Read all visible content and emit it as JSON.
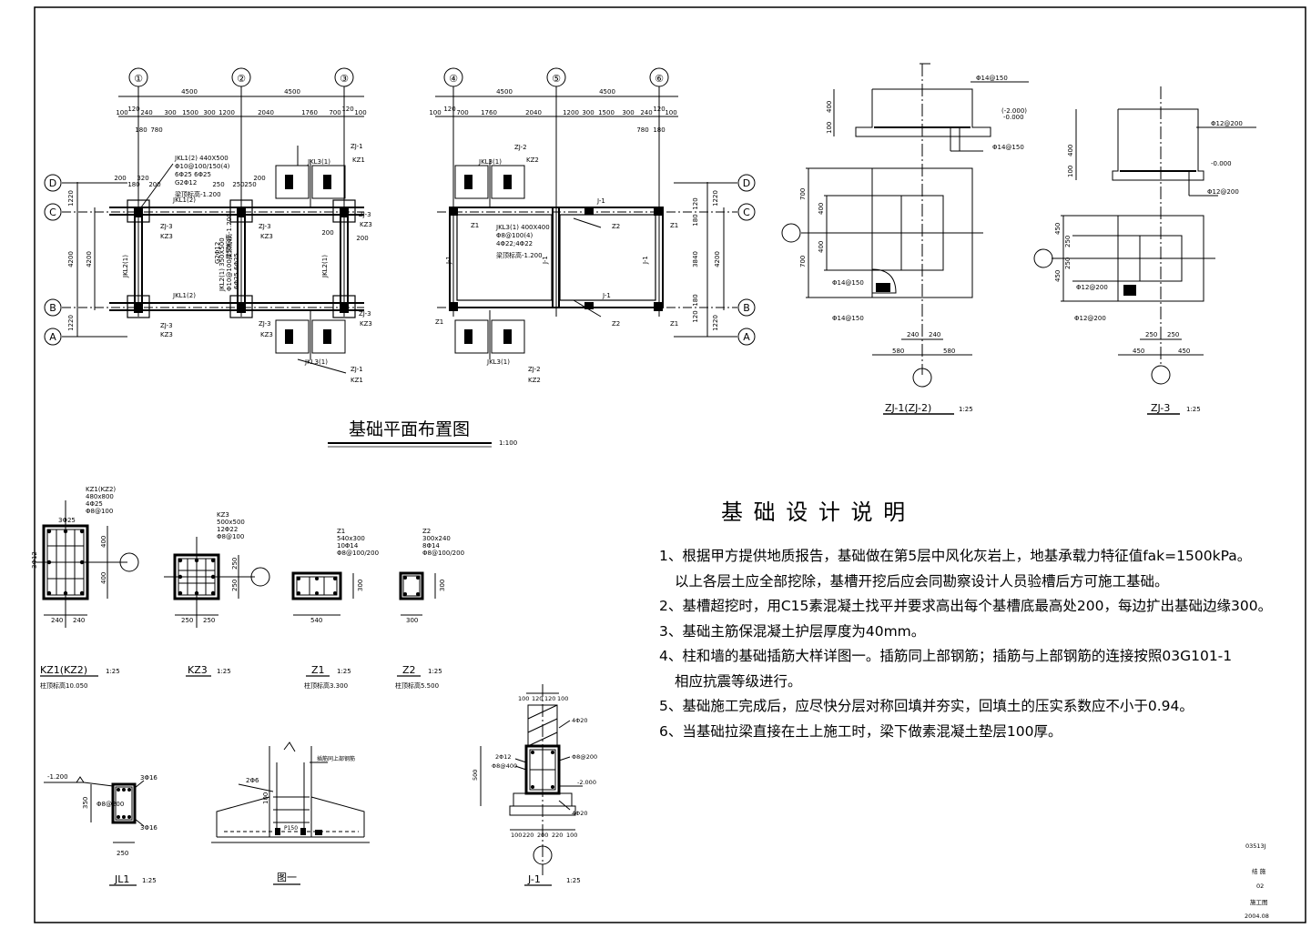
{
  "plan": {
    "title": "基础平面布置图",
    "scale": "1:100",
    "left_grid": [
      "①",
      "②",
      "③"
    ],
    "right_grid": [
      "④",
      "⑤",
      "⑥"
    ],
    "rows": [
      "D",
      "C",
      "B",
      "A"
    ],
    "span": "4500",
    "left_top_dims": [
      "100",
      "120",
      "240",
      "300",
      "1500",
      "300",
      "1200",
      "2040",
      "1760",
      "700",
      "120",
      "100"
    ],
    "left_top_dims2": [
      "180",
      "780"
    ],
    "right_top_dims": [
      "120",
      "700",
      "1760",
      "2040",
      "1200",
      "300",
      "1500",
      "300",
      "240",
      "120",
      "100",
      "100"
    ],
    "right_top_dims2": [
      "780",
      "180"
    ],
    "left_v_dims": [
      "1220",
      "4200",
      "1220"
    ],
    "left_v_inner": [
      "4200"
    ],
    "right_v_dims": [
      "1220",
      "4200",
      "1220"
    ],
    "right_v_inner": [
      "120",
      "180",
      "3840",
      "180",
      "120"
    ],
    "small_dims": [
      "200",
      "320",
      "180",
      "200",
      "250",
      "250",
      "250",
      "200",
      "200",
      "200"
    ],
    "jkl1_top": [
      "JKL1(2) 440X500",
      "Φ10@100/150(4)",
      "6Φ25 6Φ25",
      "G2Φ12",
      "梁顶标高-1.200"
    ],
    "jkl2": [
      "JKL2(1) 350X500",
      "Φ10@100/150(4)",
      "6Φ25 6Φ25",
      "G2Φ12",
      "梁顶标高-1.200"
    ],
    "jkl3_r": [
      "JKL3(1) 400X400",
      "Φ8@100(4)",
      "4Φ22;4Φ22",
      "梁顶标高-1.200"
    ],
    "labels": {
      "jkl1": "JKL1(2)",
      "jkl2": "JKL2(1)",
      "jkl3": "JKL3(1)",
      "zj1": "ZJ-1",
      "zj2": "ZJ-2",
      "zj3": "ZJ-3",
      "kz1": "KZ1",
      "kz2": "KZ2",
      "kz3": "KZ3",
      "z1": "Z1",
      "z2": "Z2",
      "j1": "J-1"
    }
  },
  "zj1": {
    "title": "ZJ-1(ZJ-2)",
    "scale": "1:25",
    "rebar_top": "Φ14@150",
    "rebar_mid": "Φ14@150",
    "rebar_a": "Φ14@150",
    "rebar_b": "Φ14@150",
    "elev": [
      "(-2.000)",
      "-0.000"
    ],
    "v_dims": [
      "400",
      "100"
    ],
    "plan_dims_v": [
      "700",
      "400",
      "400",
      "700"
    ],
    "plan_dims_h": [
      "240",
      "240",
      "580",
      "580"
    ]
  },
  "zj3": {
    "title": "ZJ-3",
    "scale": "1:25",
    "rebar_top": "Φ12@200",
    "rebar_mid": "Φ12@200",
    "rebar_a": "Φ12@200",
    "rebar_b": "Φ12@200",
    "elev": "-0.000",
    "v_dims": [
      "400",
      "100"
    ],
    "plan_dims_v": [
      "450",
      "250",
      "250",
      "450"
    ],
    "plan_dims_h": [
      "250",
      "250",
      "450",
      "450"
    ]
  },
  "sections": {
    "kz1": {
      "title": "KZ1(KZ2)",
      "scale": "1:25",
      "elev": "柱顶标高10.050",
      "spec": [
        "KZ1(KZ2)",
        "480x800",
        "4Φ25",
        "Φ8@100"
      ],
      "top": "3Φ25",
      "side": "3Φ12",
      "v": [
        "400",
        "400"
      ],
      "h": [
        "240",
        "240"
      ]
    },
    "kz3": {
      "title": "KZ3",
      "scale": "1:25",
      "spec": [
        "KZ3",
        "500x500",
        "12Φ22",
        "Φ8@100"
      ],
      "v": [
        "250",
        "250"
      ],
      "h": [
        "250",
        "250"
      ]
    },
    "z1": {
      "title": "Z1",
      "scale": "1:25",
      "elev": "柱顶标高3.300",
      "spec": [
        "Z1",
        "540x300",
        "10Φ14",
        "Φ8@100/200"
      ],
      "v": "300",
      "h": "540"
    },
    "z2": {
      "title": "Z2",
      "scale": "1:25",
      "elev": "柱顶标高5.500",
      "spec": [
        "Z2",
        "300x240",
        "8Φ14",
        "Φ8@100/200"
      ],
      "v": "300",
      "h": "300"
    },
    "jl1": {
      "title": "JL1",
      "scale": "1:25",
      "elev": "-1.200",
      "top": "3Φ16",
      "bot": "3Φ16",
      "stir": "Φ8@200",
      "v": "350",
      "h": "250"
    },
    "fig1": {
      "title": "图一",
      "note": "插筋同上部钢筋",
      "bar": "2Φ6",
      "anchor": "P150",
      "v": "100"
    },
    "j1": {
      "title": "J-1",
      "scale": "1:25",
      "top_dims": [
        "100",
        "120",
        "120",
        "100"
      ],
      "bot_dims": [
        "100",
        "220",
        "200",
        "220",
        "100"
      ],
      "r1": "4Φ20",
      "r2": "Φ8@200",
      "r3": "2Φ12",
      "r4": "Φ8@400",
      "r5": "4Φ20",
      "elev": "-2.000",
      "v": "500"
    }
  },
  "notes": {
    "title": "基 础 设 计 说 明",
    "items": [
      "1、根据甲方提供地质报告，基础做在第5层中风化灰岩上，地基承载力特征值fak=1500kPa。",
      "以上各层土应全部挖除，基槽开挖后应会同勘察设计人员验槽后方可施工基础。",
      "2、基槽超挖时，用C15素混凝土找平并要求高出每个基槽底最高处200，每边扩出基础边缘300。",
      "3、基础主筋保混凝土护层厚度为40mm。",
      "4、柱和墙的基础插筋大样详图一。插筋同上部钢筋；插筋与上部钢筋的连接按照03G101-1",
      "相应抗震等级进行。",
      "5、基础施工完成后，应尽快分层对称回填并夯实，回填土的压实系数应不小于0.94。",
      "6、当基础拉梁直接在土上施工时，梁下做素混凝土垫层100厚。"
    ]
  },
  "titleblock": [
    "03513J",
    "结 施",
    "02",
    "施工图",
    "2004.08"
  ]
}
